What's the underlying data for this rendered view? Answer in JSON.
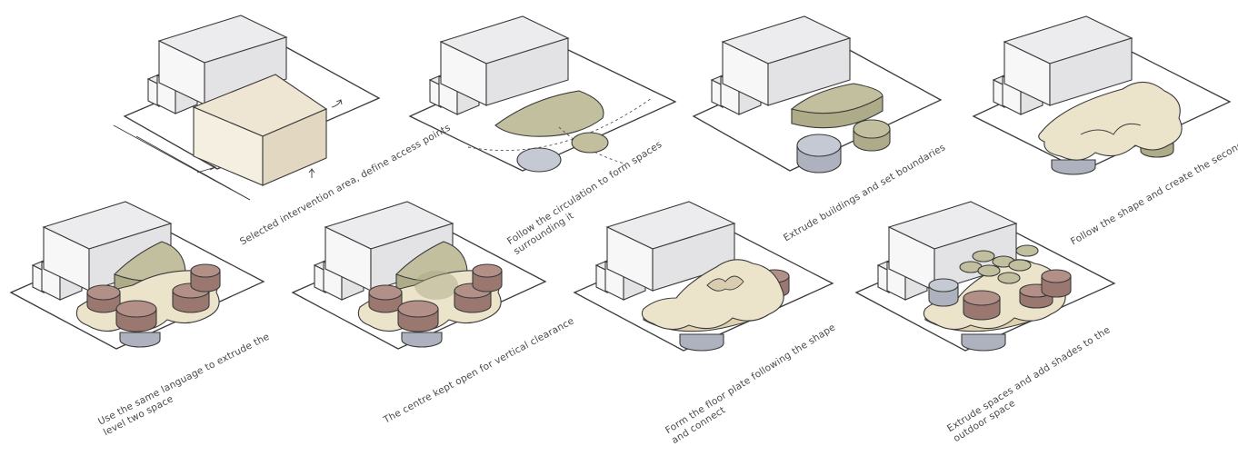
{
  "steps": [
    {
      "caption": "Selected intervention area, define access points"
    },
    {
      "caption": "Follow the circulation to form spaces surrounding it"
    },
    {
      "caption": "Extrude buildings and set boundaries"
    },
    {
      "caption": "Follow the shape and create the second level"
    },
    {
      "caption": "Use the same language to extrude the level two space"
    },
    {
      "caption": "The centre kept open for vertical clearance"
    },
    {
      "caption": "Form the floor plate following the shape and connect"
    },
    {
      "caption": "Extrude spaces and add shades to the outdoor space"
    }
  ],
  "colors": {
    "existing_building": "#ececee",
    "selected_area": "#eee6d3",
    "circulation_space": "#c2bf9e",
    "floor_plate": "#ece3cb",
    "extruded_volume": "#b29088",
    "blue_space": "#c5c9d3"
  }
}
